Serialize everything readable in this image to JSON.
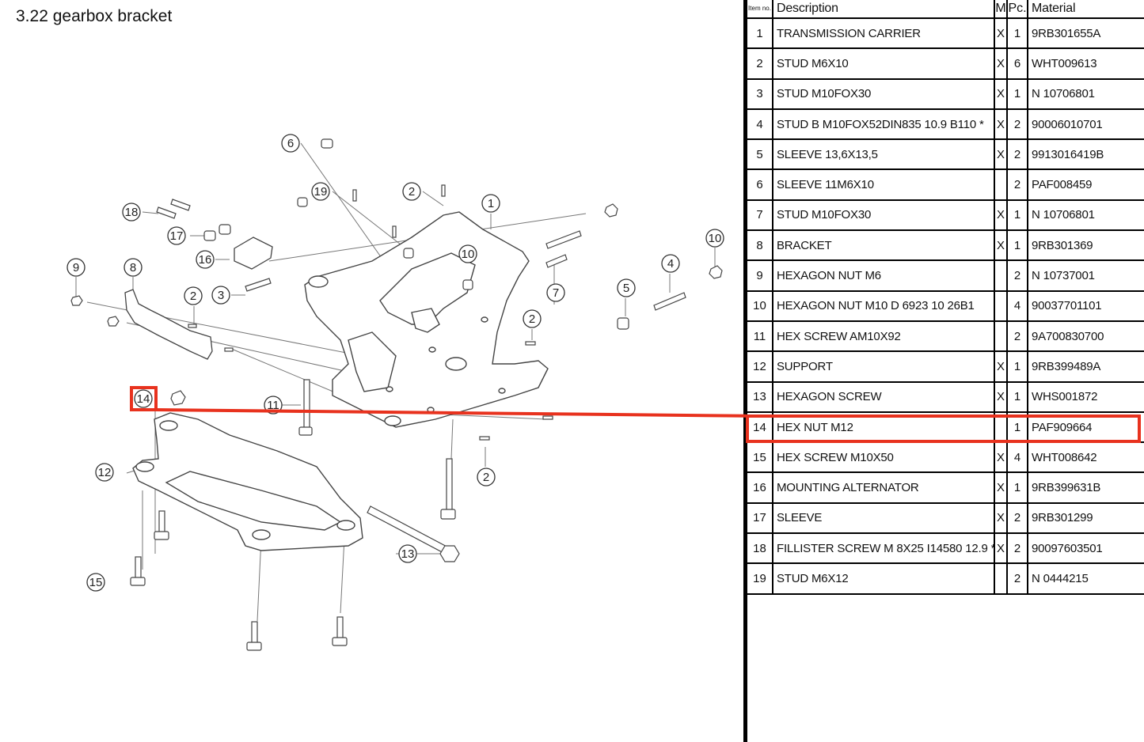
{
  "page": {
    "title": "3.22  gearbox bracket"
  },
  "table": {
    "headers": {
      "item_no": "Item no.",
      "description": "Description",
      "m": "M",
      "pc": "Pc.",
      "material": "Material"
    },
    "rows": [
      {
        "no": "1",
        "desc": "TRANSMISSION CARRIER",
        "m": "X",
        "pc": "1",
        "mat": "9RB301655A"
      },
      {
        "no": "2",
        "desc": "STUD M6X10",
        "m": "X",
        "pc": "6",
        "mat": "WHT009613"
      },
      {
        "no": "3",
        "desc": "STUD M10FOX30",
        "m": "X",
        "pc": "1",
        "mat": "N 10706801"
      },
      {
        "no": "4",
        "desc": "STUD B M10FOX52DIN835 10.9 B110 *",
        "m": "X",
        "pc": "2",
        "mat": "90006010701"
      },
      {
        "no": "5",
        "desc": "SLEEVE 13,6X13,5",
        "m": "X",
        "pc": "2",
        "mat": "9913016419B"
      },
      {
        "no": "6",
        "desc": "SLEEVE 11M6X10",
        "m": "",
        "pc": "2",
        "mat": "PAF008459"
      },
      {
        "no": "7",
        "desc": "STUD M10FOX30",
        "m": "X",
        "pc": "1",
        "mat": "N 10706801"
      },
      {
        "no": "8",
        "desc": "BRACKET",
        "m": "X",
        "pc": "1",
        "mat": "9RB301369"
      },
      {
        "no": "9",
        "desc": "HEXAGON NUT M6",
        "m": "",
        "pc": "2",
        "mat": "N 10737001"
      },
      {
        "no": "10",
        "desc": "HEXAGON NUT M10 D 6923 10 26B1",
        "m": "",
        "pc": "4",
        "mat": "90037701101"
      },
      {
        "no": "11",
        "desc": "HEX SCREW AM10X92",
        "m": "",
        "pc": "2",
        "mat": "9A700830700"
      },
      {
        "no": "12",
        "desc": "SUPPORT",
        "m": "X",
        "pc": "1",
        "mat": "9RB399489A"
      },
      {
        "no": "13",
        "desc": "HEXAGON SCREW",
        "m": "X",
        "pc": "1",
        "mat": "WHS001872"
      },
      {
        "no": "14",
        "desc": "HEX NUT M12",
        "m": "",
        "pc": "1",
        "mat": "PAF909664"
      },
      {
        "no": "15",
        "desc": "HEX SCREW M10X50",
        "m": "X",
        "pc": "4",
        "mat": "WHT008642"
      },
      {
        "no": "16",
        "desc": "MOUNTING ALTERNATOR",
        "m": "X",
        "pc": "1",
        "mat": "9RB399631B"
      },
      {
        "no": "17",
        "desc": "SLEEVE",
        "m": "X",
        "pc": "2",
        "mat": "9RB301299"
      },
      {
        "no": "18",
        "desc": "FILLISTER SCREW M 8X25 I14580 12.9 *",
        "m": "X",
        "pc": "2",
        "mat": "90097603501"
      },
      {
        "no": "19",
        "desc": "STUD M6X12",
        "m": "",
        "pc": "2",
        "mat": "N 0444215"
      }
    ],
    "highlighted_item": "14",
    "highlight_color": "#e8321e"
  },
  "diagram": {
    "callouts": [
      "6",
      "19",
      "2",
      "1",
      "18",
      "17",
      "16",
      "3",
      "10",
      "10",
      "4",
      "9",
      "8",
      "2",
      "7",
      "5",
      "2",
      "14",
      "11",
      "12",
      "2",
      "13",
      "15"
    ]
  }
}
